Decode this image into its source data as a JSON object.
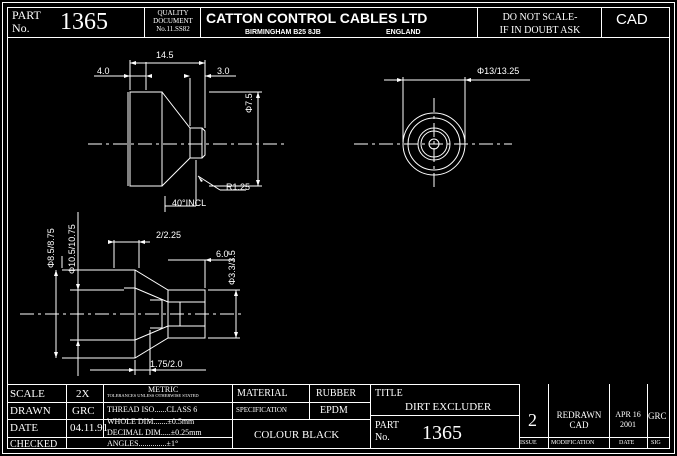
{
  "colors": {
    "background": "#000000",
    "line": "#ffffff"
  },
  "header": {
    "part_label_1": "PART",
    "part_label_2": "No.",
    "part_no": "1365",
    "quality_line1": "QUALITY",
    "quality_line2": "DOCUMENT",
    "quality_line3": "No.11.SS82",
    "company": "CATTON CONTROL CABLES LTD",
    "city": "BIRMINGHAM B25 8JB",
    "country": "ENGLAND",
    "scale_note_1": "DO NOT SCALE-",
    "scale_note_2": "IF IN DOUBT ASK",
    "cad": "CAD"
  },
  "dimensions": {
    "top_length": "14.5",
    "top_left": "4.0",
    "top_right": "3.0",
    "top_dia": "Φ7.5",
    "top_radius": "R1.25",
    "top_angle": "40°INCL",
    "end_dia": "Φ13/13.25",
    "sec_step": "2/2.25",
    "sec_len": "6.0",
    "sec_dia_a": "Φ8.5/8.75",
    "sec_dia_b": "Φ10.5/10.75",
    "sec_dia_c": "Φ3.3/3.5",
    "sec_bottom": "1.75/2.0"
  },
  "title_block": {
    "scale_label": "SCALE",
    "scale_value": "2X",
    "drawn_label": "DRAWN",
    "drawn_value": "GRC",
    "date_label": "DATE",
    "date_value": "04.11.91",
    "checked_label": "CHECKED",
    "metric_label": "METRIC",
    "tolerance_note": "TOLERANCES UNLESS OTHERWISE STATED",
    "thread_iso": "THREAD ISO......CLASS 6",
    "whole_dim": "WHOLE DIM.......±0.5mm",
    "decimal_dim": "DECIMAL DIM.....±0.25mm",
    "angles": "ANGLES..............±1°",
    "material_label": "MATERIAL",
    "material_value": "RUBBER",
    "spec_label": "SPECIFICATION",
    "spec_value": "EPDM",
    "colour": "COLOUR  BLACK",
    "title_label": "TITLE",
    "title_value": "DIRT EXCLUDER",
    "part_label_1": "PART",
    "part_label_2": "No.",
    "part_no": "1365",
    "issue_value": "2",
    "modification_1": "REDRAWN",
    "modification_2": "CAD",
    "mod_date_1": "APR 16",
    "mod_date_2": "2001",
    "sig_value": "GRC",
    "issue_label": "ISSUE",
    "modification_label": "MODIFICATION",
    "date_col_label": "DATE",
    "sig_label": "SIG"
  }
}
